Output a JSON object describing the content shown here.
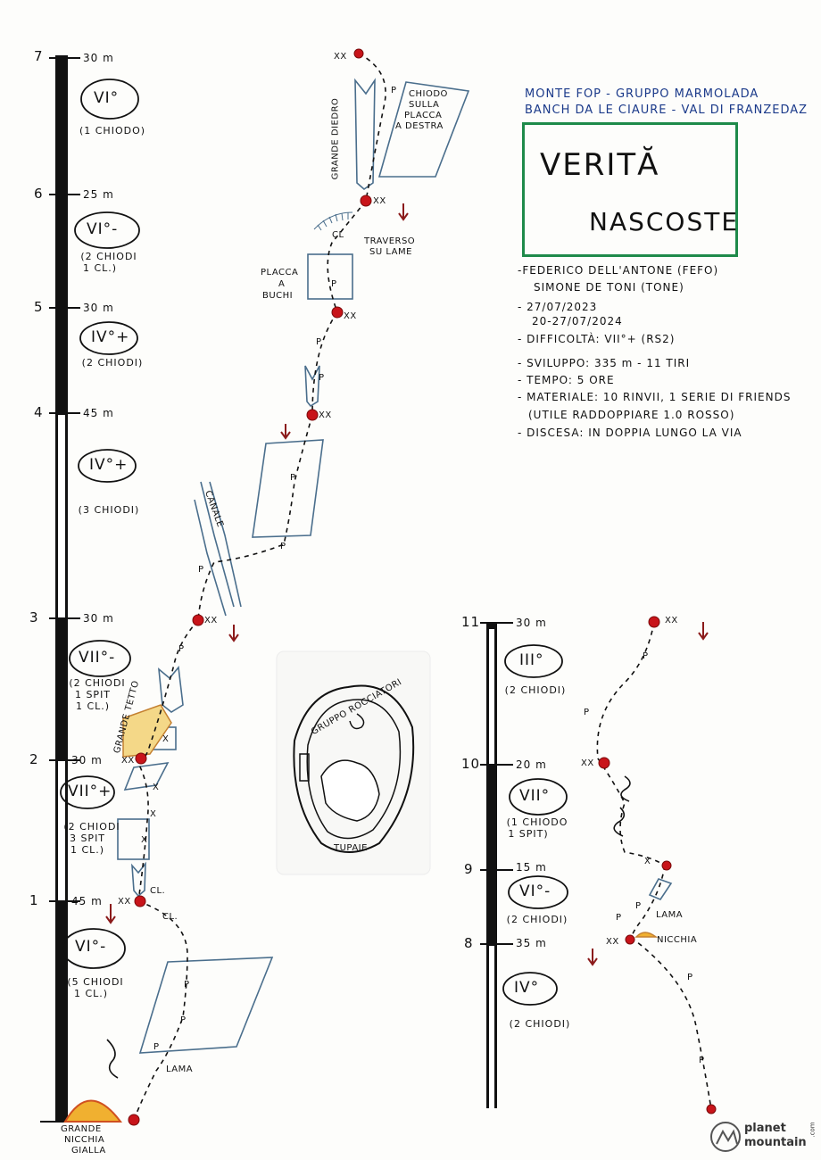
{
  "header": {
    "mountain": "MONTE FOP - GRUPPO MARMOLADA",
    "location": "BANCH DA LE CIAURE - VAL DI FRANZEDAZ"
  },
  "title": {
    "line1": "VERITĂ",
    "line2": "NASCOSTE"
  },
  "info": {
    "climbers_1": "-FEDERICO DELL'ANTONE (FEFO)",
    "climbers_2": "SIMONE DE TONI (TONE)",
    "date_1": "- 27/07/2023",
    "date_2": "20-27/07/2024",
    "difficulty": "- DIFFICOLTÀ: VII°+ (RS2)",
    "length": "- SVILUPPO: 335 m - 11 TIRI",
    "time": "- TEMPO: 5 ORE",
    "material_1": "- MATERIALE: 10 RINVII, 1 SERIE DI FRIENDS",
    "material_2": "(UTILE RADDOPPIARE 1.0 ROSSO)",
    "descent": "- DISCESA: IN DOPPIA LUNGO LA VIA"
  },
  "left_scale": {
    "marks": [
      {
        "num": "7",
        "len": "30 m"
      },
      {
        "num": "6",
        "len": "25 m"
      },
      {
        "num": "5",
        "len": "30 m"
      },
      {
        "num": "4",
        "len": "45 m"
      },
      {
        "num": "3",
        "len": "30 m"
      },
      {
        "num": "2",
        "len": "30 m"
      },
      {
        "num": "1",
        "len": "45 m"
      }
    ],
    "grades": [
      {
        "grade": "VI°",
        "note1": "(1 CHIODO)",
        "note2": "",
        "note3": ""
      },
      {
        "grade": "VI°-",
        "note1": "(2 CHIODI",
        "note2": "1 CL.)",
        "note3": ""
      },
      {
        "grade": "IV°+",
        "note1": "(2 CHIODI)",
        "note2": "",
        "note3": ""
      },
      {
        "grade": "IV°+",
        "note1": "(3 CHIODI)",
        "note2": "",
        "note3": ""
      },
      {
        "grade": "VII°-",
        "note1": "(2 CHIODI",
        "note2": "1 SPIT",
        "note3": "1 CL.)"
      },
      {
        "grade": "VII°+",
        "note1": "(2 CHIODI",
        "note2": "3 SPIT",
        "note3": "1 CL.)"
      },
      {
        "grade": "VI°-",
        "note1": "(5 CHIODI",
        "note2": "1 CL.)",
        "note3": ""
      }
    ]
  },
  "right_scale": {
    "marks": [
      {
        "num": "11",
        "len": "30 m"
      },
      {
        "num": "10",
        "len": "20 m"
      },
      {
        "num": "9",
        "len": "15 m"
      },
      {
        "num": "8",
        "len": "35 m"
      }
    ],
    "grades": [
      {
        "grade": "III°",
        "note1": "(2 CHIODI)",
        "note2": ""
      },
      {
        "grade": "VII°",
        "note1": "(1 CHIODO",
        "note2": "1 SPIT)"
      },
      {
        "grade": "VI°-",
        "note1": "(2 CHIODI)",
        "note2": ""
      },
      {
        "grade": "IV°",
        "note1": "(2 CHIODI)",
        "note2": ""
      }
    ]
  },
  "topo_labels": {
    "chiodo_placca": [
      "CHIODO",
      "SULLA",
      "PLACCA",
      "A DESTRA"
    ],
    "grande_diedro": "GRANDE DIEDRO",
    "traverso": [
      "TRAVERSO",
      "SU LAME"
    ],
    "placca_buchi": [
      "PLACCA",
      "A",
      "BUCHI"
    ],
    "canale": "CANALE",
    "grande_tetto": "GRANDE TETTO",
    "lama": "LAMA",
    "cl": "CL.",
    "cl_short": "CL",
    "nicchia": "NICCHIA",
    "grande_nicchia": [
      "GRANDE",
      "NICCHIA",
      "GIALLA"
    ],
    "belay": "XX",
    "piton": "P",
    "spit": "X"
  },
  "stamp": {
    "top": "GRUPPO ROCCIATORI",
    "bottom": "TUPAIE"
  },
  "logo": {
    "line1": "planet",
    "line2": "mountain",
    "suffix": ".com"
  },
  "colors": {
    "belay": "#c8141a",
    "rope": "#111111",
    "arrow": "#8b1a1a",
    "frame": "#1e8a4a",
    "rock": "#4a6e8c",
    "yellow": "#f0b030"
  }
}
